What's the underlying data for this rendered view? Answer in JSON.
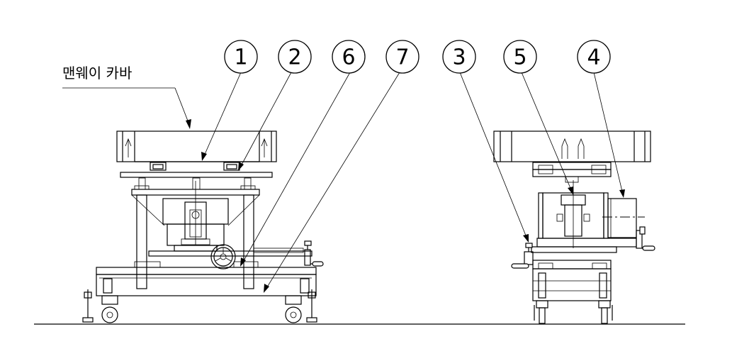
{
  "annotation": {
    "text": "맨웨이 카바"
  },
  "balloons": [
    {
      "id": "b1",
      "label": "1"
    },
    {
      "id": "b2",
      "label": "2"
    },
    {
      "id": "b6",
      "label": "6"
    },
    {
      "id": "b7",
      "label": "7"
    },
    {
      "id": "b3",
      "label": "3"
    },
    {
      "id": "b5",
      "label": "5"
    },
    {
      "id": "b4",
      "label": "4"
    }
  ]
}
